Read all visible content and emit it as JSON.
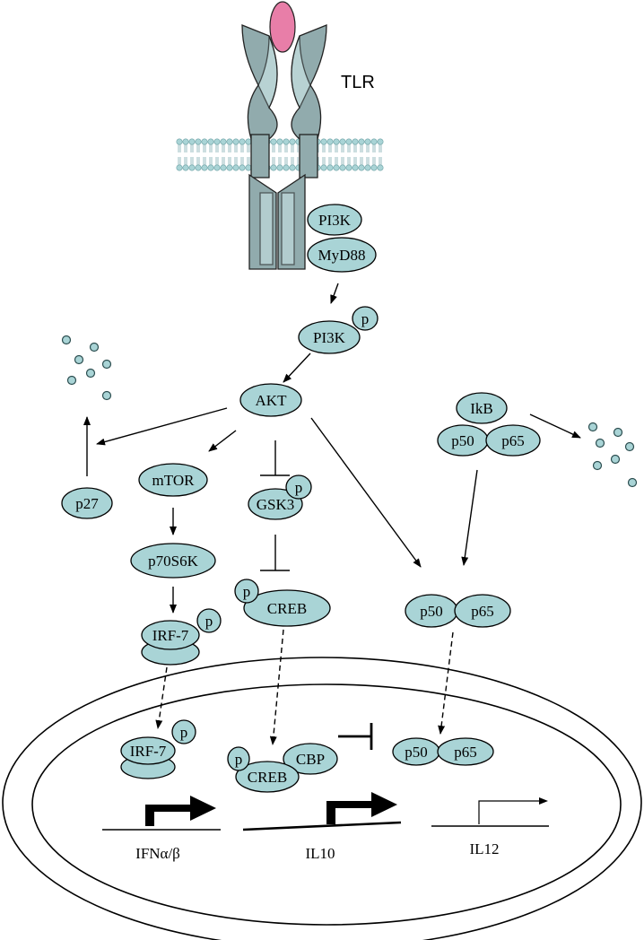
{
  "receptor": {
    "label": "TLR"
  },
  "nodes": {
    "pi3k_receptor": "PI3K",
    "myd88": "MyD88",
    "pi3k": "PI3K",
    "akt": "AKT",
    "ikb": "IkB",
    "p50_cyto": "p50",
    "p65_cyto": "p65",
    "p27": "p27",
    "mtor": "mTOR",
    "gsk3": "GSK3",
    "p70s6k": "p70S6K",
    "irf7_cyto": "IRF-7",
    "creb_cyto": "CREB",
    "p50_mid": "p50",
    "p65_mid": "p65",
    "irf7_nuc": "IRF-7",
    "cbp": "CBP",
    "creb_nuc": "CREB",
    "p50_nuc": "p50",
    "p65_nuc": "p65"
  },
  "phospho_label": "p",
  "genes": {
    "ifn": "IFNα/β",
    "il10": "IL10",
    "il12": "IL12"
  },
  "colors": {
    "node_fill": "#a9d4d6",
    "receptor_fill": "#91abad",
    "ligand_fill": "#e87ea8"
  }
}
